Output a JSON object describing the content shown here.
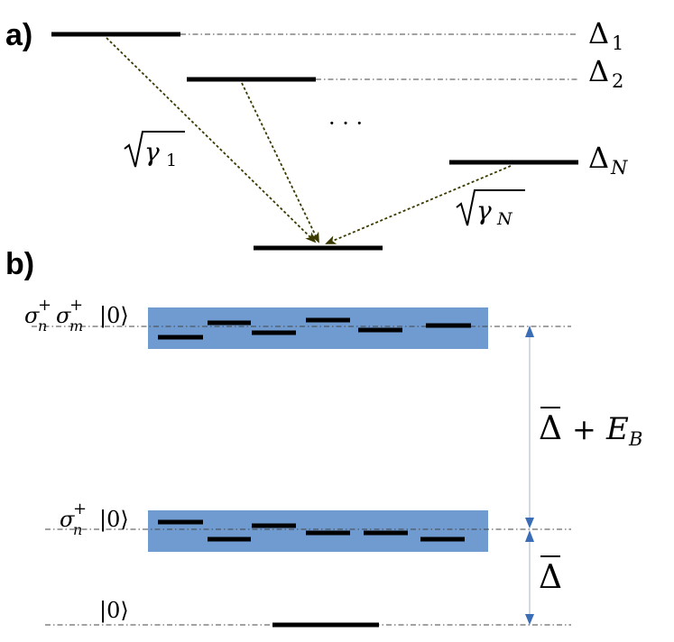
{
  "panel_a": {
    "label": "a)",
    "levels": [
      "Δ1",
      "Δ2",
      "ΔN"
    ],
    "ellipsis": "· · ·",
    "rates": [
      "√γ1",
      "√γN"
    ]
  },
  "panel_b": {
    "label": "b)",
    "states": [
      "σn+ σm+ |0⟩",
      "σn+ |0⟩",
      "|0⟩"
    ],
    "gaps": [
      "Δ̄ + EB",
      "Δ̄"
    ]
  },
  "colors": {
    "band": "#6f9bd1",
    "arrow": "#3a6db5",
    "decay": "#3a3a00"
  }
}
